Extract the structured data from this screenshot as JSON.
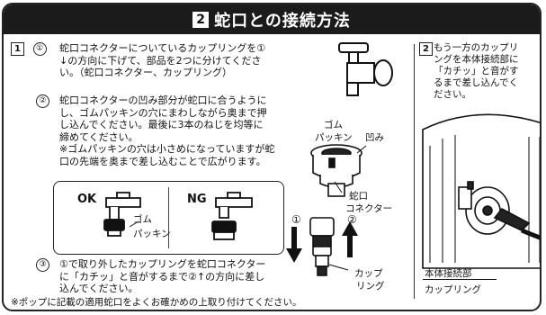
{
  "header": {
    "badge": "2",
    "title": "蛇口との接続方法"
  },
  "step1": {
    "box": "1",
    "sub1": {
      "num": "①",
      "lines": [
        "蛇口コネクターについているカップリングを①",
        "↓の方向に下げて、部品を2つに分けてくださ",
        "い。（蛇口コネクター、カップリング）"
      ]
    },
    "sub2": {
      "num": "②",
      "lines": [
        "蛇口コネクターの凹み部分が蛇口に合うように",
        "し、ゴムパッキンの穴にまわしながら奥まで押",
        "し込んでください。最後に3本のねじを均等に",
        "締めてください。",
        "※ゴムパッキンの穴は小さめになっていますが蛇",
        "口の先端を奥まで差し込むことで広がります。"
      ]
    },
    "ok_label": "OK",
    "ng_label": "NG",
    "gomu_label": [
      "ゴム",
      "パッキン"
    ],
    "sub3": {
      "num": "③",
      "lines": [
        "①で取り外したカップリングを蛇口コネクター",
        "に「カチッ」と音がするまで②↑の方向に差し",
        "込んでください。"
      ]
    }
  },
  "labels": {
    "gomu_packing": [
      "ゴム",
      "パッキン"
    ],
    "hekomi": "凹み",
    "connector": [
      "蛇口",
      "コネクター"
    ],
    "arrow1": "①",
    "arrow2": "②",
    "coupling": [
      "カップ",
      "リング"
    ]
  },
  "step2": {
    "box": "2",
    "lines": [
      "もう一方のカップリ",
      "ングを本体接続部に",
      "「カチッ」と音がす",
      "るまで差し込んでく",
      "ださい。"
    ],
    "label_body": "本体接続部",
    "label_coupling": "カップリング"
  },
  "footer": "※ポップに記載の適用蛇口をよくお確かめの上取り付けてください。"
}
